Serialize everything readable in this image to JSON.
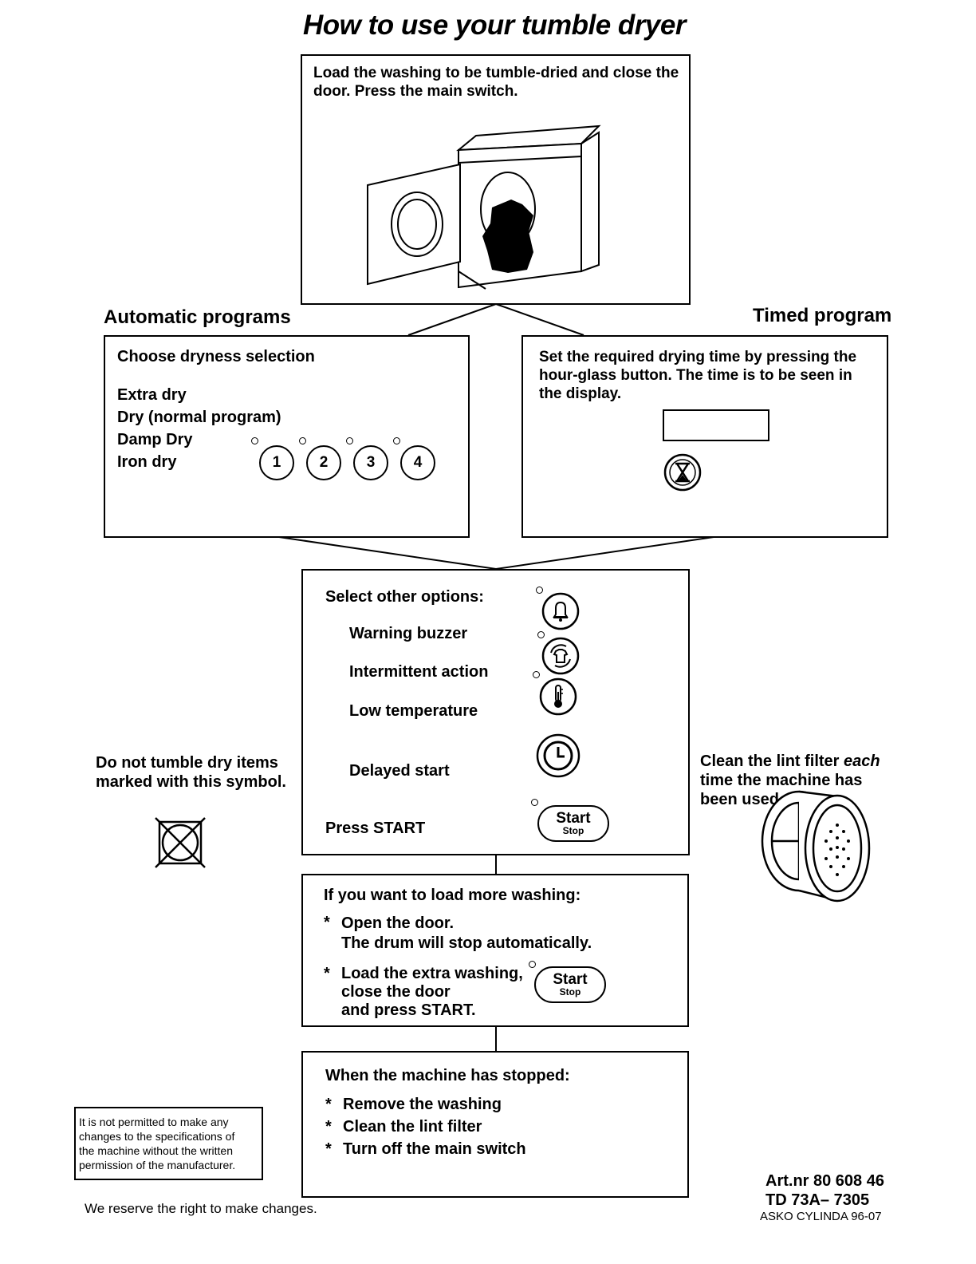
{
  "title": "How to use your tumble dryer",
  "step_load": {
    "text_line1": "Load the washing to be tumble-dried and close the",
    "text_line2": "door. Press the main switch."
  },
  "automatic": {
    "heading": "Automatic programs",
    "choose": "Choose dryness selection",
    "options": [
      "Extra dry",
      "Dry (normal program)",
      "Damp Dry",
      "Iron dry"
    ],
    "buttons": [
      "1",
      "2",
      "3",
      "4"
    ]
  },
  "timed": {
    "heading": "Timed program",
    "line1": "Set the required drying time by pressing the",
    "line2": "hour-glass button. The time is to be seen in",
    "line3": "the display.",
    "hourglass_icon": "hourglass-icon"
  },
  "options": {
    "heading": "Select other options:",
    "warning": "Warning buzzer",
    "intermittent": "Intermittent action",
    "low_temp": "Low temperature",
    "delayed": "Delayed start",
    "press_start": "Press START",
    "start_label": "Start",
    "stop_label": "Stop"
  },
  "no_tumble": {
    "line1": "Do not tumble dry items",
    "line2": "marked with this symbol."
  },
  "lint": {
    "line1_pre": "Clean the lint filter ",
    "line1_em": "each",
    "line2": "time the machine has",
    "line3": "been used."
  },
  "load_more": {
    "heading": "If you want to load more washing:",
    "bullet1_l1": "Open the door.",
    "bullet1_l2": "The drum will stop automatically.",
    "bullet2_l1": "Load the extra washing,",
    "bullet2_l2": "close the door",
    "bullet2_l3": "and press START.",
    "start_label": "Start",
    "stop_label": "Stop"
  },
  "stopped": {
    "heading": "When the machine has stopped:",
    "items": [
      "Remove the washing",
      "Clean the lint filter",
      "Turn off the main switch"
    ]
  },
  "notice": {
    "line1": "It is not permitted to make any",
    "line2": "changes to the specifications of",
    "line3": "the machine without the written",
    "line4": "permission of the manufacturer."
  },
  "reserve": "We reserve the right to make changes.",
  "art": {
    "artnr": "Art.nr 80 608 46",
    "model": "TD 73A– 7305",
    "brand": "ASKO CYLINDA 96-07"
  },
  "bullet_char": "*"
}
